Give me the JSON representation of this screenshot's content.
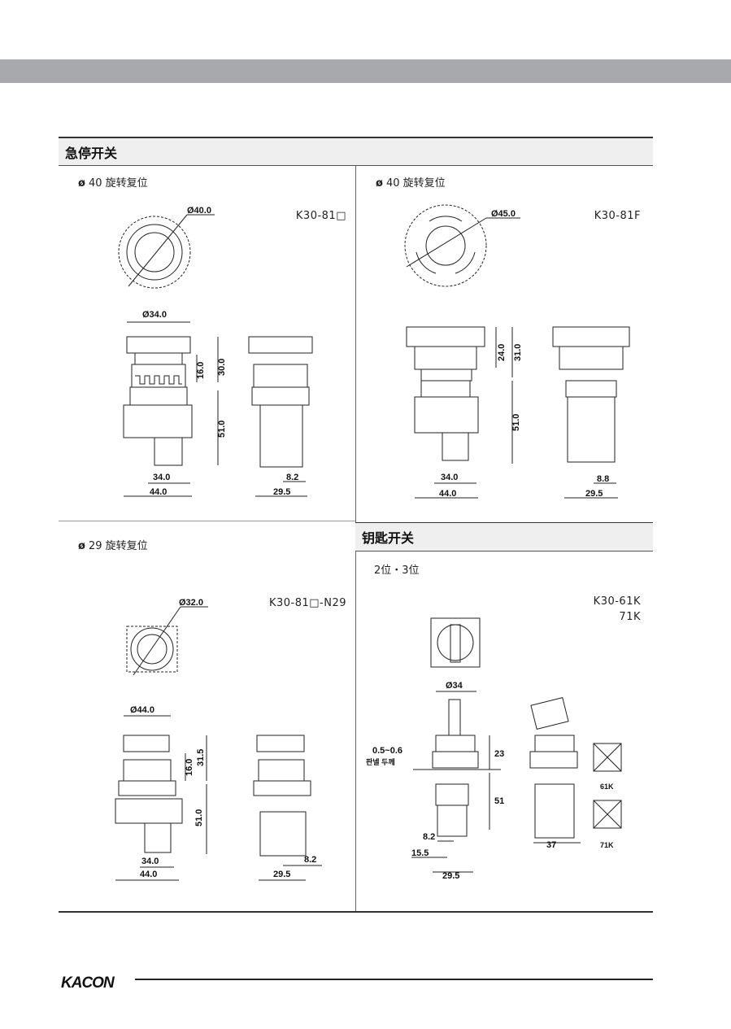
{
  "section_emergency": {
    "title": "急停开关"
  },
  "section_key": {
    "title": "钥匙开关"
  },
  "panel1": {
    "subtitle_symbol": "ø",
    "subtitle": "40 旋转复位",
    "model": "K30-81□",
    "dims": {
      "top_dia": "Ø40.0",
      "width": "Ø34.0",
      "h1": "16.0",
      "h2": "30.0",
      "h3": "51.0",
      "w1": "34.0",
      "w2": "44.0",
      "side_w1": "8.2",
      "side_w2": "29.5"
    }
  },
  "panel2": {
    "subtitle_symbol": "ø",
    "subtitle": "40 旋转复位",
    "model": "K30-81F",
    "dims": {
      "top_dia": "Ø45.0",
      "h1": "24.0",
      "h2": "31.0",
      "h3": "51.0",
      "w1": "34.0",
      "w2": "44.0",
      "side_w1": "8.8",
      "side_w2": "29.5"
    }
  },
  "panel3": {
    "subtitle_symbol": "ø",
    "subtitle": "29 旋转复位",
    "model": "K30-81□-N29",
    "dims": {
      "top_dia": "Ø32.0",
      "width": "Ø44.0",
      "h1": "16.0",
      "h2": "31.5",
      "h3": "51.0",
      "w1": "34.0",
      "w2": "44.0",
      "side_w1": "8.2",
      "side_w2": "29.5"
    }
  },
  "panel4": {
    "subtitle": "2位・3位",
    "model_line1": "K30-61K",
    "model_line2": "71K",
    "dims": {
      "width": "Ø34",
      "h1": "23",
      "h2": "51",
      "panel": "0.5~0.6",
      "panel_label": "판넬 두께",
      "w1": "8.2",
      "w2": "15.5",
      "w3": "29.5",
      "side_w": "37",
      "label_61k": "61K",
      "label_71k": "71K"
    }
  },
  "footer": {
    "logo": "KACON"
  }
}
